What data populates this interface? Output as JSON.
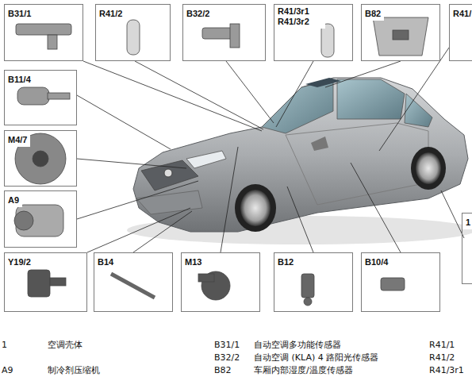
{
  "diagram": {
    "nodes": [
      {
        "text": [
          "B31/1"
        ]
      },
      {
        "text": [
          "R41/2"
        ]
      },
      {
        "text": [
          "B32/2"
        ]
      },
      {
        "text": [
          "R41/3r1 R41/3r2"
        ]
      },
      {
        "text": [
          "B82"
        ]
      },
      {
        "text": [
          "R41/"
        ]
      },
      {
        "text": [
          "B11/4"
        ]
      },
      {
        "text": [
          "M4/7"
        ]
      },
      {
        "text": [
          "A9"
        ]
      },
      {
        "text": [
          "Y19/2"
        ]
      },
      {
        "text": [
          "B14"
        ]
      },
      {
        "text": [
          "M13"
        ]
      },
      {
        "text": [
          "B12"
        ]
      },
      {
        "text": [
          "B10/4"
        ]
      },
      {
        "text": [
          "1"
        ]
      }
    ],
    "labels": [
      "1",
      "空调壳体",
      "B31/1",
      "自动空调多功能传感器",
      "R41/1",
      "B32/2",
      "自动空调 (KLA) 4 路阳光传感器",
      "R41/2",
      "A9",
      "制冷剂压缩机",
      "B82",
      "车厢内部湿度/温度传感器",
      "R41/3r1"
    ]
  }
}
